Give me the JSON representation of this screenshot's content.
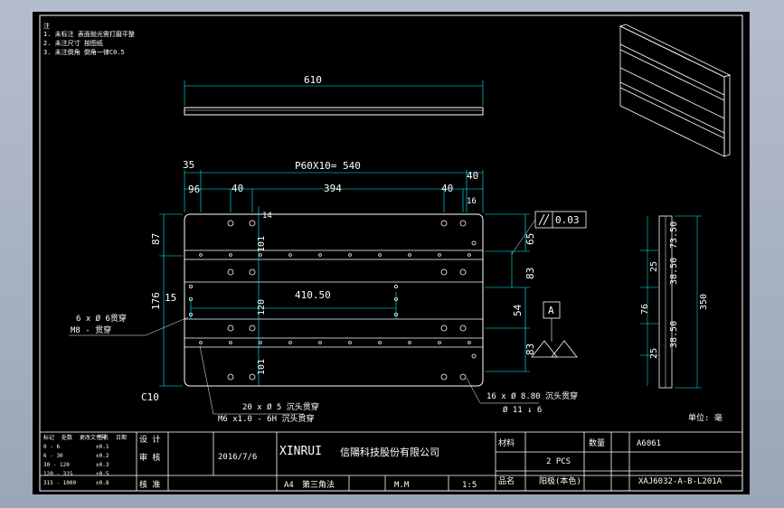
{
  "notes": {
    "heading": "注",
    "items": [
      "1. 未标注 表面抛光需打磨平整",
      "2. 未注尺寸 按图纸",
      "3. 未注倒角 倒角一律C0.5"
    ]
  },
  "dims": {
    "top_length": "610",
    "pitch": "P60X10= 540",
    "left_35": "35",
    "right_40_top": "40",
    "left_96": "96",
    "d40_a": "40",
    "d394": "394",
    "d40_b": "40",
    "d16": "16",
    "d14": "14",
    "d87": "87",
    "d101_a": "101",
    "d176": "176",
    "d15": "15",
    "d410": "410.50",
    "d120": "120",
    "d101_b": "101",
    "d65": "65",
    "d83_a": "83",
    "d54": "54",
    "d83_b": "83",
    "c10": "C10",
    "parallel": "0.03",
    "datum": "A",
    "side_7350": "73.50",
    "side_25a": "25",
    "side_3850a": "38.50",
    "side_76": "76",
    "side_3850b": "38.50",
    "side_25b": "25",
    "side_350": "350"
  },
  "callouts": {
    "holes_left": "6 x Ø 6贯穿",
    "holes_left_sub": "M8 - 贯穿",
    "holes_bottom": "20 x Ø 5 沉头贯穿",
    "holes_bottom_sub": "M6 x1.0 - 6H 沉头贯穿",
    "holes_right": "16 x Ø 8.80 沉头贯穿",
    "holes_right_sub": "Ø 11 ↓ 6",
    "unit_note": "单位: 毫"
  },
  "title_block": {
    "company_en": "XINRUI",
    "company_cn": "信陽科技股份有限公司",
    "date": "2016/7/6",
    "material_label": "材料",
    "material": "A6061",
    "qty_label": "数量",
    "qty": "2  PCS",
    "paper": "A4",
    "view": "第三角法",
    "unit": "M.M",
    "scale": "1:5",
    "drawing_no": "XAJ6032-A-B-L201A",
    "name_label": "品名",
    "name_value": "阳极(本色)",
    "drawn": "设 计",
    "checked": "审 核",
    "approved": "核 准",
    "rev_headers": [
      "标记",
      "处数",
      "更改文件号",
      "签名",
      "日期"
    ],
    "tol_rows": [
      "0 - 6",
      "6 - 30",
      "30 - 120",
      "120 - 315",
      "315 - 1000"
    ],
    "tol_vals": [
      "±0.1",
      "±0.2",
      "±0.3",
      "±0.5",
      "±0.8"
    ]
  }
}
